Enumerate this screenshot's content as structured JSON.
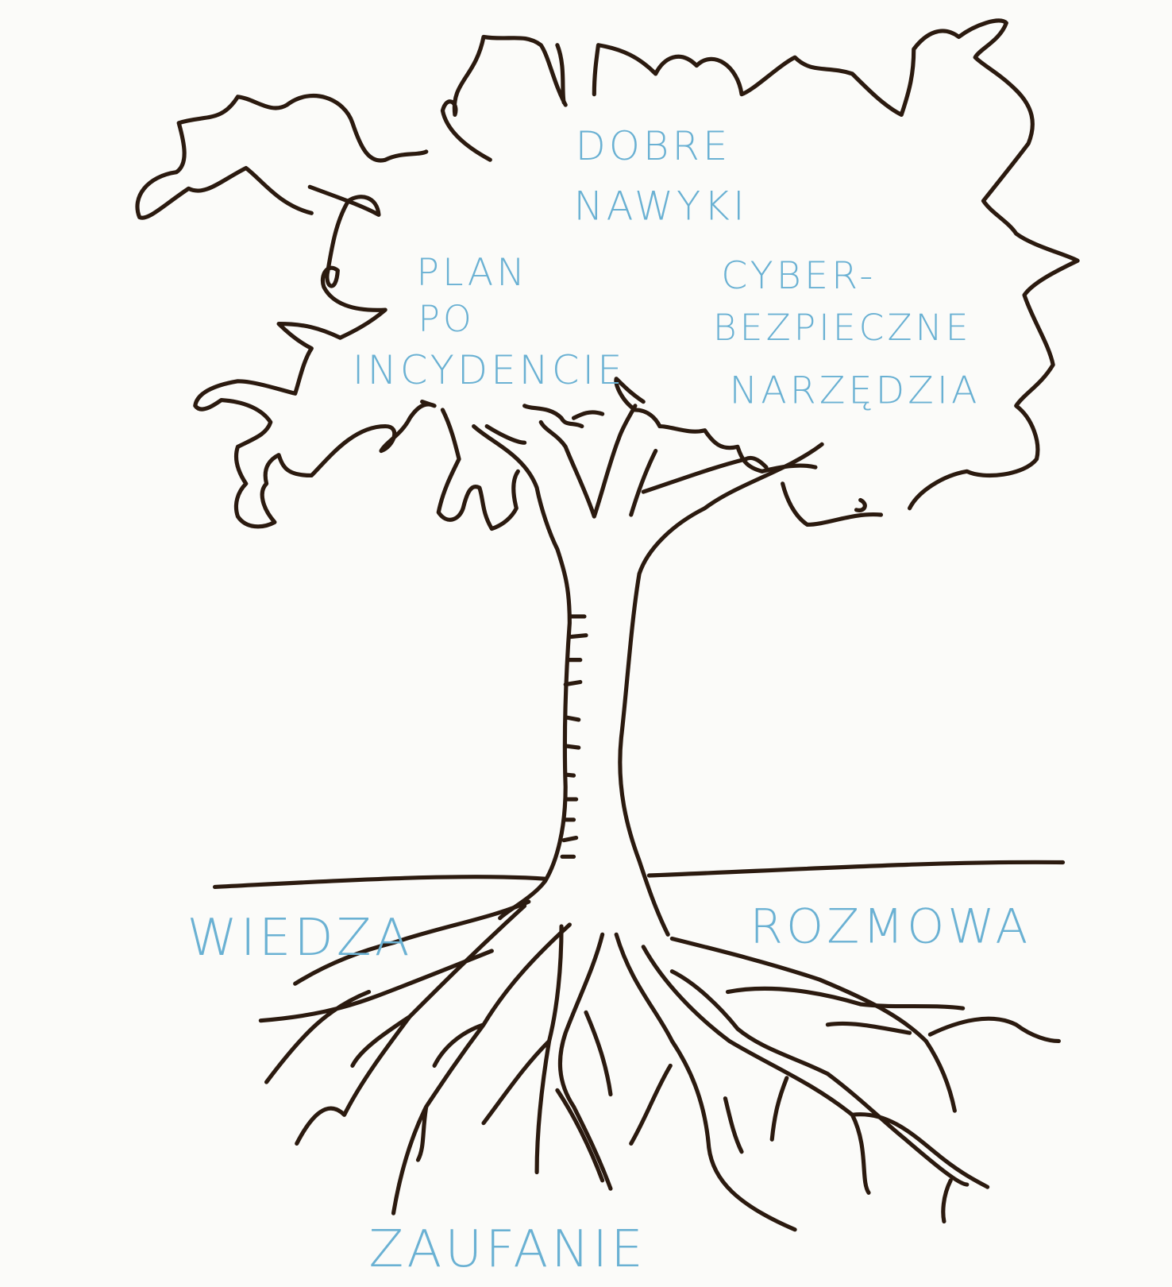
{
  "colors": {
    "ink": "#2b1a0f",
    "label": "#6ab1d3",
    "background": "#fbfbf9"
  },
  "canopy_labels": {
    "good_habits": [
      "DOBRE",
      "NAWYKI"
    ],
    "incident_plan": [
      "PLAN",
      "PO",
      "INCYDENCIE"
    ],
    "secure_tools": [
      "CYBER-",
      "BEZPIECZNE",
      "NARZĘDZIA"
    ]
  },
  "root_labels": {
    "knowledge": "WIEDZA",
    "conversation": "ROZMOWA",
    "trust": "ZAUFANIE"
  }
}
